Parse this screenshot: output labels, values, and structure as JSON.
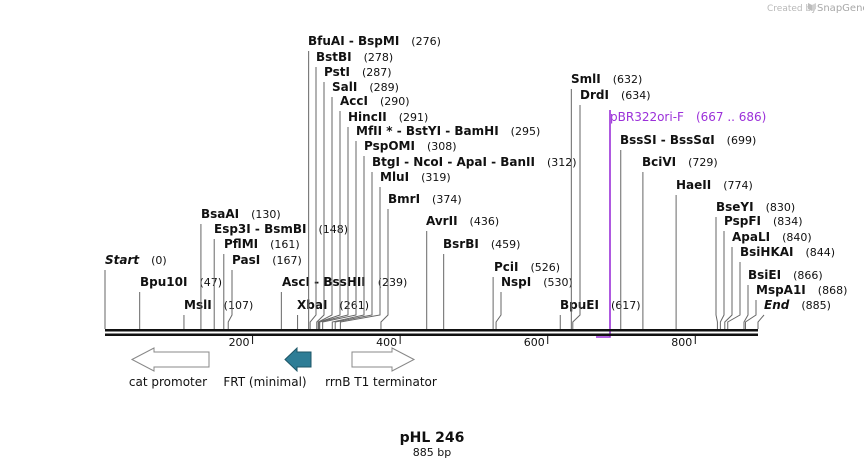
{
  "map": {
    "title": "pHL 246",
    "length_label": "885 bp",
    "length": 885,
    "credit_text": "Created by",
    "credit_brand": "SnapGene",
    "sites": [
      {
        "name": "Start",
        "pos": 0,
        "label": "(0)",
        "italic": true
      },
      {
        "name": "Bpu10I",
        "pos": 47,
        "label": "(47)"
      },
      {
        "name": "MslI",
        "pos": 107,
        "label": "(107)"
      },
      {
        "name": "BsaAI",
        "pos": 130,
        "label": "(130)"
      },
      {
        "name": "Esp3I  -  BsmBI",
        "pos": 148,
        "label": "(148)"
      },
      {
        "name": "PflMI",
        "pos": 161,
        "label": "(161)"
      },
      {
        "name": "PasI",
        "pos": 167,
        "label": "(167)"
      },
      {
        "name": "AscI  -  BssHII",
        "pos": 239,
        "label": "(239)"
      },
      {
        "name": "XbaI",
        "pos": 261,
        "label": "(261)"
      },
      {
        "name": "BfuAI  -  BspMI",
        "pos": 276,
        "label": "(276)"
      },
      {
        "name": "BstBI",
        "pos": 278,
        "label": "(278)"
      },
      {
        "name": "PstI",
        "pos": 287,
        "label": "(287)"
      },
      {
        "name": "SalI",
        "pos": 289,
        "label": "(289)"
      },
      {
        "name": "AccI",
        "pos": 290,
        "label": "(290)"
      },
      {
        "name": "HincII",
        "pos": 291,
        "label": "(291)"
      },
      {
        "name": "MfII * - BstYI  -  BamHI",
        "pos": 295,
        "label": "(295)"
      },
      {
        "name": "PspOMI",
        "pos": 308,
        "label": "(308)"
      },
      {
        "name": "BtgI  -  NcoI  -  ApaI  -  BanII",
        "pos": 312,
        "label": "(312)"
      },
      {
        "name": "MluI",
        "pos": 319,
        "label": "(319)"
      },
      {
        "name": "BmrI",
        "pos": 374,
        "label": "(374)"
      },
      {
        "name": "AvrII",
        "pos": 436,
        "label": "(436)"
      },
      {
        "name": "BsrBI",
        "pos": 459,
        "label": "(459)"
      },
      {
        "name": "PciI",
        "pos": 526,
        "label": "(526)"
      },
      {
        "name": "NspI",
        "pos": 530,
        "label": "(530)"
      },
      {
        "name": "BpuEI",
        "pos": 617,
        "label": "(617)"
      },
      {
        "name": "SmlI",
        "pos": 632,
        "label": "(632)"
      },
      {
        "name": "DrdI",
        "pos": 634,
        "label": "(634)"
      },
      {
        "name": "BssSI  -  BssSαI",
        "pos": 699,
        "label": "(699)"
      },
      {
        "name": "BciVI",
        "pos": 729,
        "label": "(729)"
      },
      {
        "name": "HaeII",
        "pos": 774,
        "label": "(774)"
      },
      {
        "name": "BseYI",
        "pos": 830,
        "label": "(830)"
      },
      {
        "name": "PspFI",
        "pos": 834,
        "label": "(834)"
      },
      {
        "name": "ApaLI",
        "pos": 840,
        "label": "(840)"
      },
      {
        "name": "BsiHKAI",
        "pos": 844,
        "label": "(844)"
      },
      {
        "name": "BsiEI",
        "pos": 866,
        "label": "(866)"
      },
      {
        "name": "MspA1I",
        "pos": 868,
        "label": "(868)"
      },
      {
        "name": "End",
        "pos": 885,
        "label": "(885)",
        "italic": true
      }
    ],
    "primer": {
      "name": "pBR322ori-F",
      "range_label": "(667 .. 686)",
      "start": 667,
      "end": 686,
      "color": "#9b30d9"
    },
    "ticks": [
      {
        "pos": 200,
        "label": "200"
      },
      {
        "pos": 400,
        "label": "400"
      },
      {
        "pos": 600,
        "label": "600"
      },
      {
        "pos": 800,
        "label": "800"
      }
    ],
    "features": [
      {
        "name": "cat promoter",
        "direction": "left",
        "fill": "#ffffff",
        "stroke": "#888888"
      },
      {
        "name": "FRT (minimal)",
        "direction": "left",
        "fill": "#2e7d96",
        "stroke": "#1d5566"
      },
      {
        "name": "rrnB T1 terminator",
        "direction": "right",
        "fill": "#ffffff",
        "stroke": "#888888"
      }
    ]
  }
}
